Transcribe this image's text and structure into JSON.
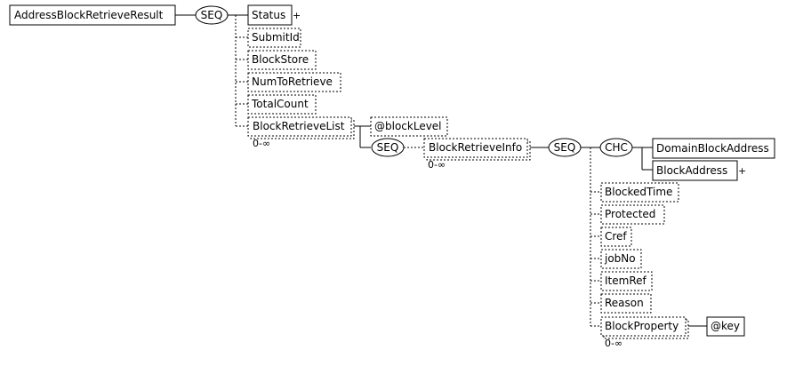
{
  "diagram": {
    "root": "AddressBlockRetrieveResult",
    "seq1": "SEQ",
    "seq2": "SEQ",
    "seq3": "SEQ",
    "chc": "CHC",
    "status": "Status",
    "submit_id": "SubmitId",
    "block_store": "BlockStore",
    "num_to_retrieve": "NumToRetrieve",
    "total_count": "TotalCount",
    "block_retrieve_list": "BlockRetrieveList",
    "block_retrieve_list_occ": "0-∞",
    "block_level_attr": "@blockLevel",
    "block_retrieve_info": "BlockRetrieveInfo",
    "block_retrieve_info_occ": "0-∞",
    "domain_block_address": "DomainBlockAddress",
    "block_address": "BlockAddress",
    "blocked_time": "BlockedTime",
    "protected": "Protected",
    "cref": "Cref",
    "job_no": "jobNo",
    "item_ref": "ItemRef",
    "reason": "Reason",
    "block_property": "BlockProperty",
    "block_property_occ": "0-∞",
    "key_attr": "@key"
  }
}
